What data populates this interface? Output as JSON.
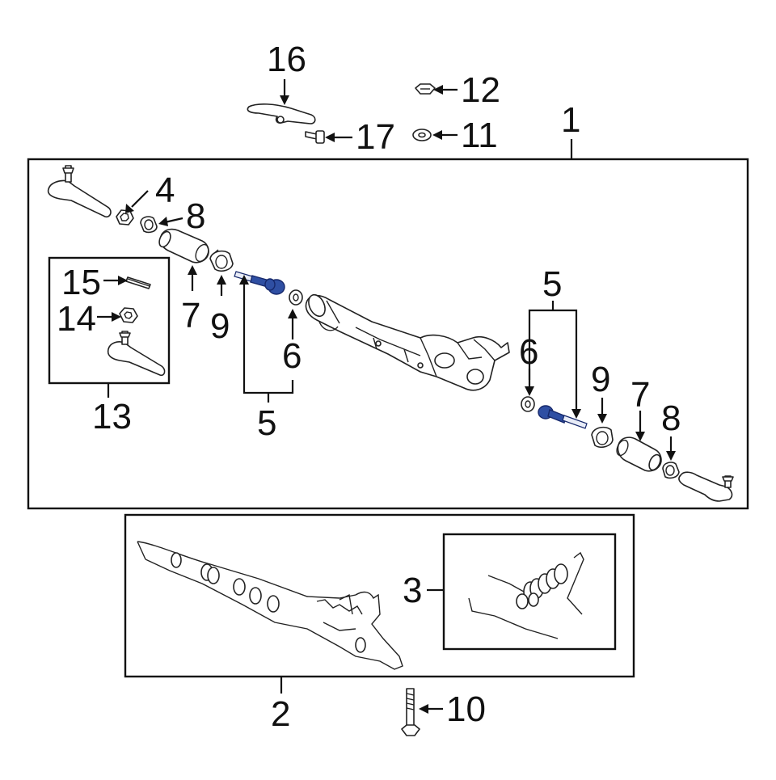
{
  "callouts": {
    "c1": "1",
    "c2": "2",
    "c3": "3",
    "c4": "4",
    "c5_left": "5",
    "c5_right": "5",
    "c6_left": "6",
    "c6_right": "6",
    "c7_left": "7",
    "c7_right": "7",
    "c8_left": "8",
    "c8_right": "8",
    "c9_left": "9",
    "c9_right": "9",
    "c10": "10",
    "c11": "11",
    "c12": "12",
    "c13": "13",
    "c14": "14",
    "c15": "15",
    "c16": "16",
    "c17": "17"
  },
  "colors": {
    "highlight": "#2f4fa3",
    "line": "#111111",
    "background": "#ffffff"
  }
}
